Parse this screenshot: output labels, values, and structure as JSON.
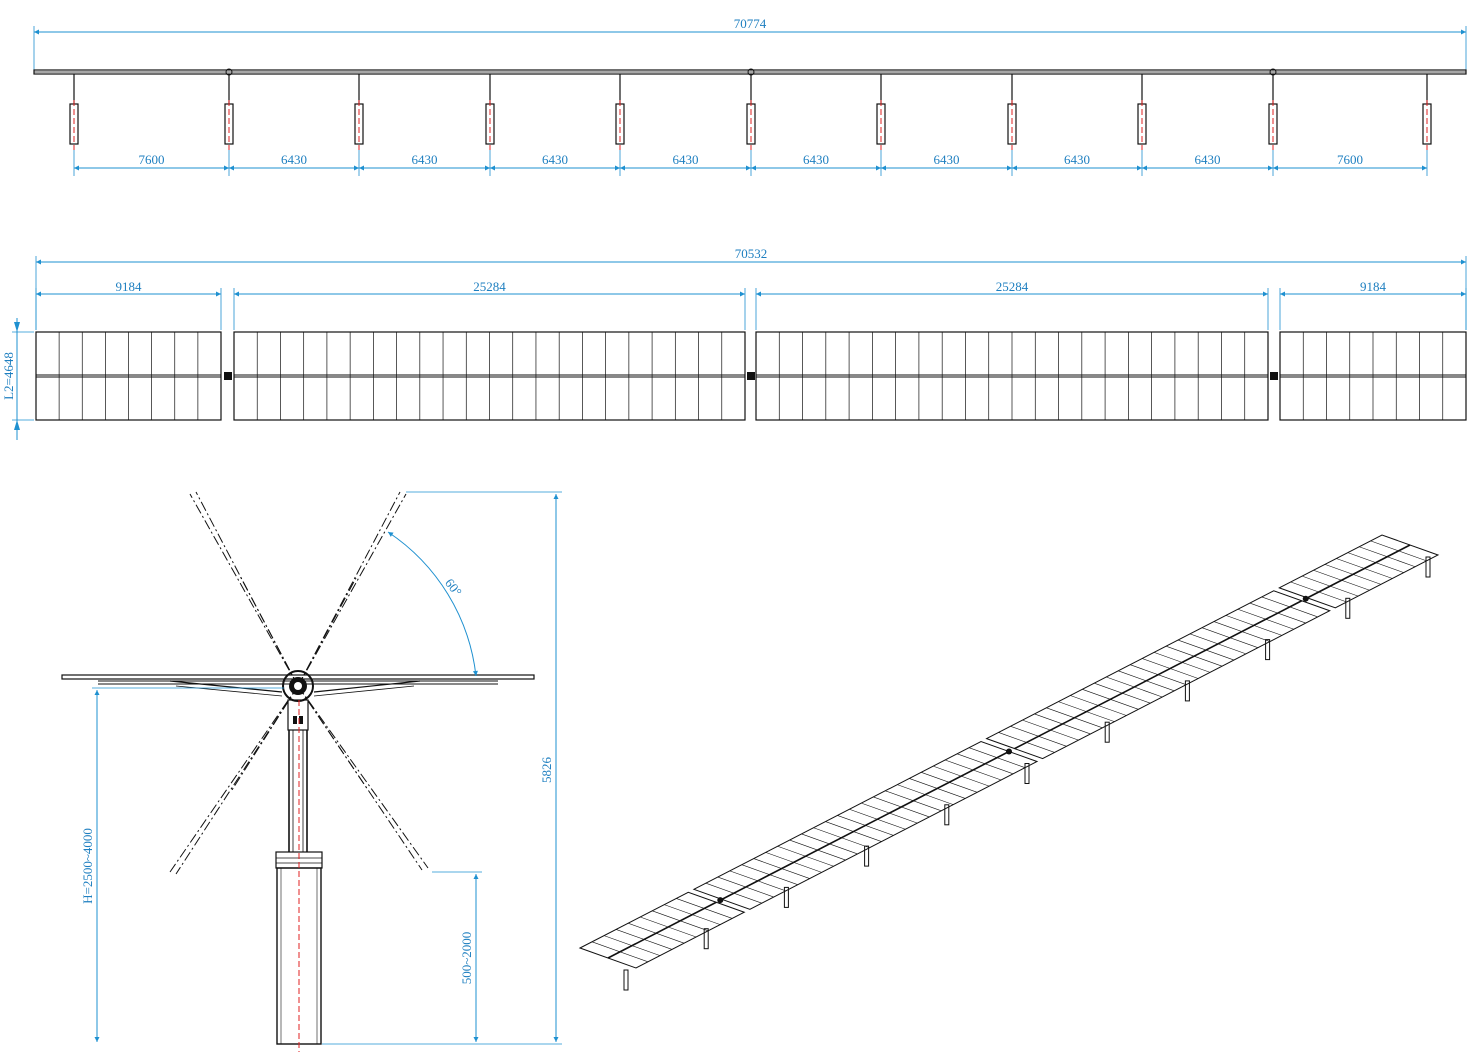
{
  "colors": {
    "dimension": "#1e90d0",
    "dimension_text": "#1e7fc0",
    "drawing": "#111111",
    "center_line": "#e02020"
  },
  "side_view": {
    "overall": "70774",
    "spans": [
      "7600",
      "6430",
      "6430",
      "6430",
      "6430",
      "6430",
      "6430",
      "6430",
      "6430",
      "7600"
    ]
  },
  "top_view": {
    "overall": "70532",
    "segments": [
      "9184",
      "25284",
      "25284",
      "9184"
    ],
    "width_label": "L2=4648"
  },
  "end_view": {
    "angle_label": "60°",
    "total_height": "5826",
    "post_height": "H=2500~4000",
    "embed_depth": "500~2000"
  }
}
